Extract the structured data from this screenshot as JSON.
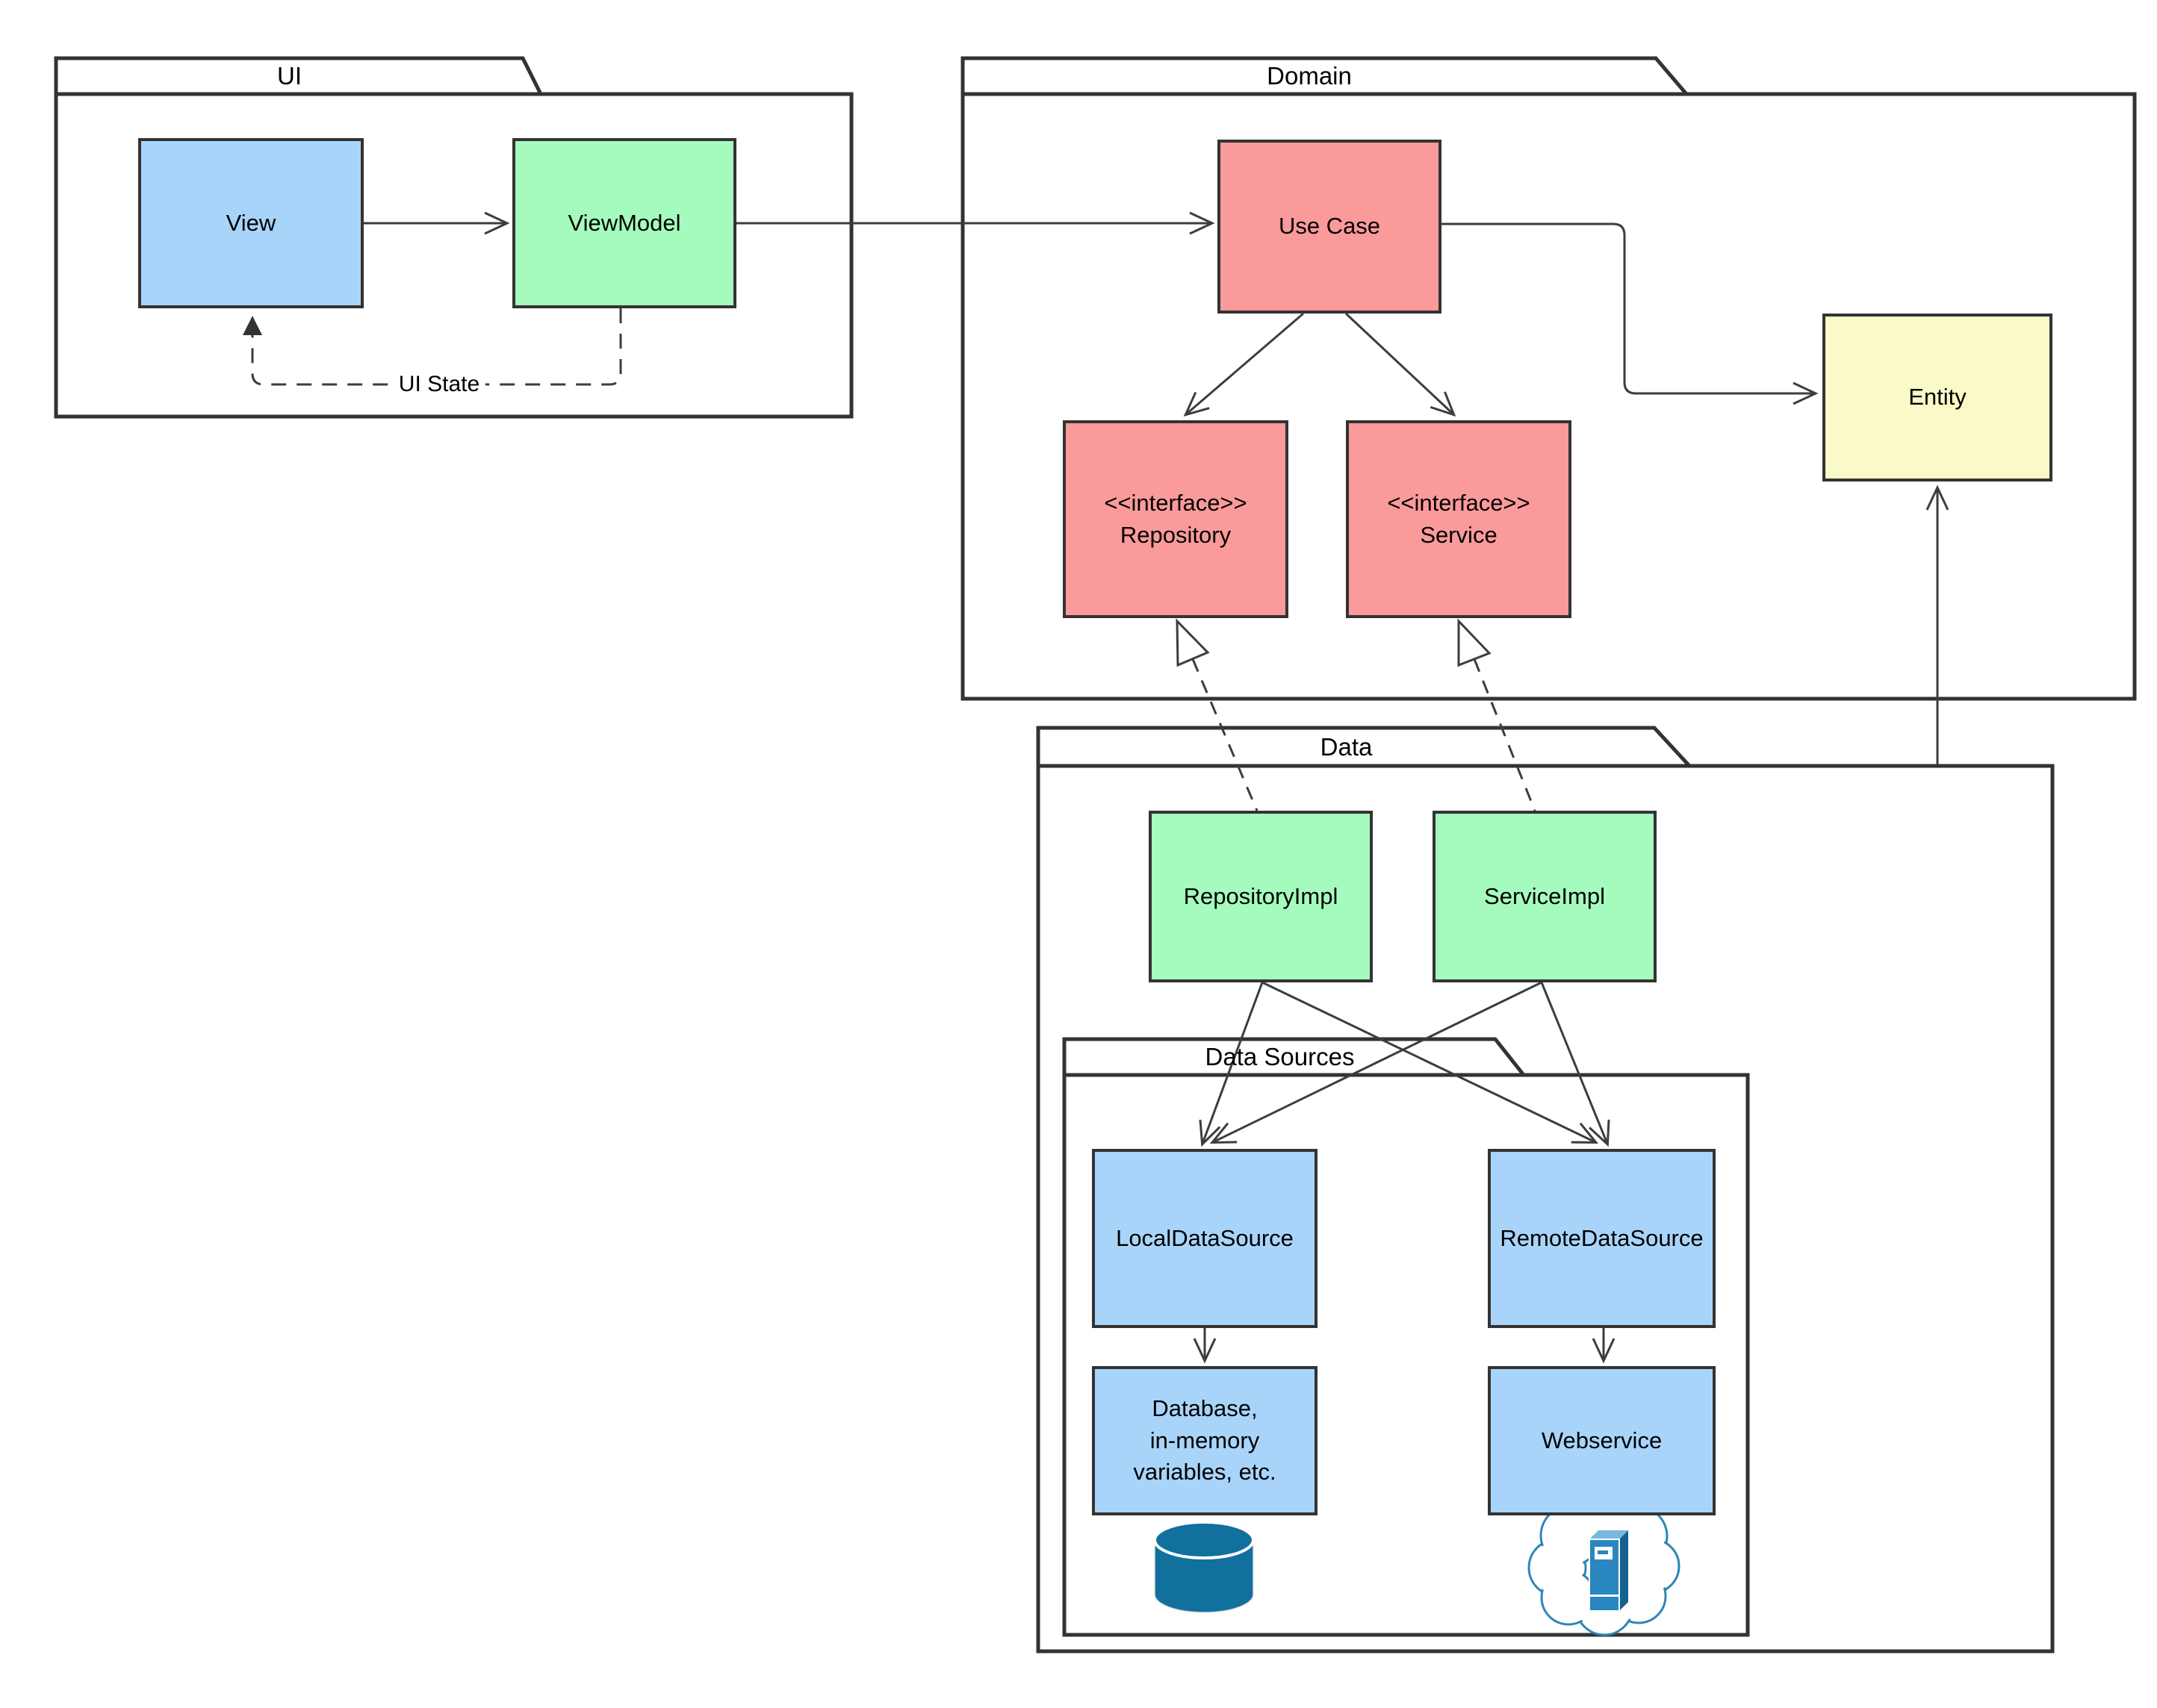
{
  "packages": {
    "ui": {
      "label": "UI"
    },
    "domain": {
      "label": "Domain"
    },
    "data": {
      "label": "Data"
    },
    "data_sources": {
      "label": "Data Sources"
    }
  },
  "nodes": {
    "view": {
      "label": "View",
      "color": "#a9d4fa"
    },
    "viewmodel": {
      "label": "ViewModel",
      "color": "#a5fbbd"
    },
    "use_case": {
      "label": "Use Case",
      "color": "#fb9a9a"
    },
    "entity": {
      "label": "Entity",
      "color": "#fafac8"
    },
    "repository": {
      "stereotype": "<<interface>>",
      "label": "Repository",
      "color": "#fb9a9a"
    },
    "service": {
      "stereotype": "<<interface>>",
      "label": "Service",
      "color": "#fb9a9a"
    },
    "repository_impl": {
      "label": "RepositoryImpl",
      "color": "#a5fbbd"
    },
    "service_impl": {
      "label": "ServiceImpl",
      "color": "#a5fbbd"
    },
    "local_data_source": {
      "label": "LocalDataSource",
      "color": "#a9d4fa"
    },
    "remote_data_source": {
      "label": "RemoteDataSource",
      "color": "#a9d4fa"
    },
    "database": {
      "lines": [
        "Database,",
        "in-memory",
        "variables, etc."
      ],
      "color": "#a9d4fa"
    },
    "webservice": {
      "label": "Webservice",
      "color": "#a9d4fa"
    }
  },
  "edges": {
    "ui_state_label": "UI State"
  },
  "icons": {
    "database": "database-cylinder-icon",
    "webservice": "cloud-server-icon"
  },
  "colors": {
    "node_border": "#333333",
    "connector": "#3d3d3d",
    "db_icon": "#11709e",
    "cloud_outline": "#2e86b5",
    "server_front": "#2a86bf",
    "server_side": "#15618f",
    "server_top": "#79b7dc"
  }
}
